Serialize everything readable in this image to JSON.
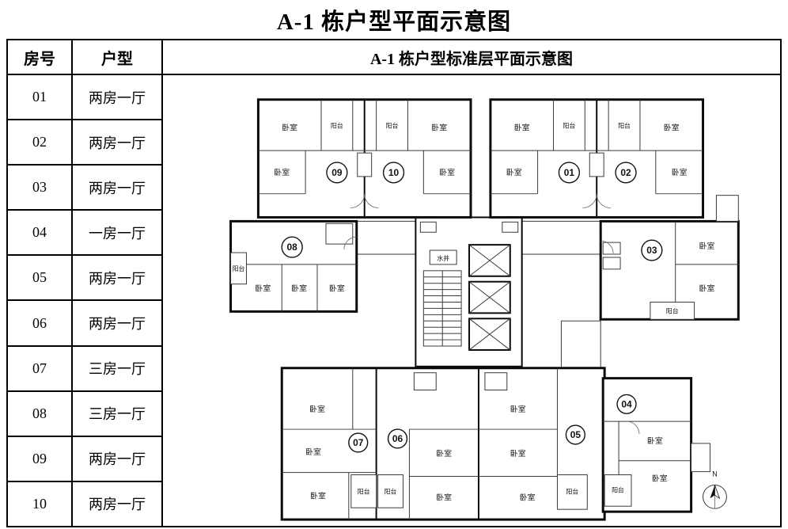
{
  "title": "A-1 栋户型平面示意图",
  "colors": {
    "ink": "#000000",
    "paper": "#ffffff"
  },
  "table": {
    "headers": [
      "房号",
      "户型"
    ],
    "rows": [
      {
        "room": "01",
        "type": "两房一厅"
      },
      {
        "room": "02",
        "type": "两房一厅"
      },
      {
        "room": "03",
        "type": "两房一厅"
      },
      {
        "room": "04",
        "type": "一房一厅"
      },
      {
        "room": "05",
        "type": "两房一厅"
      },
      {
        "room": "06",
        "type": "两房一厅"
      },
      {
        "room": "07",
        "type": "三房一厅"
      },
      {
        "room": "08",
        "type": "三房一厅"
      },
      {
        "room": "09",
        "type": "两房一厅"
      },
      {
        "room": "10",
        "type": "两房一厅"
      }
    ]
  },
  "plan": {
    "header": "A-1 栋户型标准层平面示意图",
    "units": {
      "01": "01",
      "02": "02",
      "03": "03",
      "04": "04",
      "05": "05",
      "06": "06",
      "07": "07",
      "08": "08",
      "09": "09",
      "10": "10"
    },
    "labels": {
      "bedroom": "卧室",
      "balcony": "阳台",
      "water_shaft": "水井"
    },
    "compass_n": "N"
  }
}
